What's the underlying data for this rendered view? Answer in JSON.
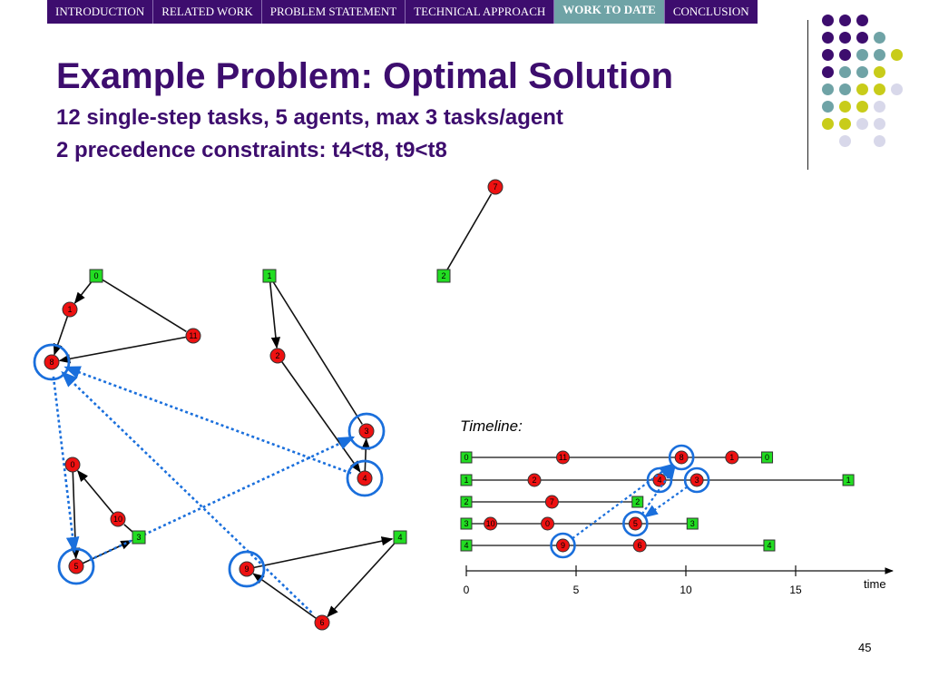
{
  "nav": [
    {
      "label": "INTRODUCTION",
      "active": false
    },
    {
      "label": "RELATED WORK",
      "active": false
    },
    {
      "label": "PROBLEM STATEMENT",
      "active": false
    },
    {
      "label": "TECHNICAL APPROACH",
      "active": false
    },
    {
      "label": "WORK TO DATE",
      "active": true
    },
    {
      "label": "CONCLUSION",
      "active": false
    }
  ],
  "title": "Example Problem: Optimal Solution",
  "subtitle1": "12 single-step tasks, 5 agents, max 3 tasks/agent",
  "subtitle2": "2 precedence constraints: t4<t8, t9<t8",
  "timeline_label": "Timeline:",
  "time_axis_label": "time",
  "time_ticks": [
    "0",
    "5",
    "10",
    "15"
  ],
  "page_number": "45",
  "colors": {
    "brand_purple": "#3d0d6e",
    "nav_active": "#6fa3a6",
    "agent_node": "#22dd22",
    "task_node": "#ee1111",
    "highlight_ring": "#1a6fdc",
    "dot_purple": "#3d0d6e",
    "dot_teal": "#6fa3a6",
    "dot_yellow": "#c8cc1a",
    "dot_lavender": "#d8d8ea"
  },
  "graph": {
    "agents": [
      "0",
      "1",
      "2",
      "3",
      "4"
    ],
    "routes": [
      {
        "agent": "0",
        "tasks": [
          "1",
          "8",
          "11"
        ]
      },
      {
        "agent": "1",
        "tasks": [
          "2",
          "4",
          "3"
        ]
      },
      {
        "agent": "2",
        "tasks": [
          "7"
        ]
      },
      {
        "agent": "3",
        "tasks": [
          "10",
          "0",
          "5"
        ]
      },
      {
        "agent": "4",
        "tasks": [
          "9",
          "6"
        ]
      }
    ],
    "highlighted_tasks": [
      "8",
      "3",
      "4",
      "5",
      "9"
    ]
  },
  "timeline": {
    "rows": [
      {
        "agent": "0",
        "tasks": [
          "11",
          "8",
          "1"
        ],
        "end_label": "0"
      },
      {
        "agent": "1",
        "tasks": [
          "2",
          "4",
          "3"
        ],
        "end_label": "1"
      },
      {
        "agent": "2",
        "tasks": [
          "7"
        ],
        "end_label": "2"
      },
      {
        "agent": "3",
        "tasks": [
          "10",
          "0",
          "5"
        ],
        "end_label": "3"
      },
      {
        "agent": "4",
        "tasks": [
          "9",
          "6"
        ],
        "end_label": "4"
      }
    ]
  }
}
